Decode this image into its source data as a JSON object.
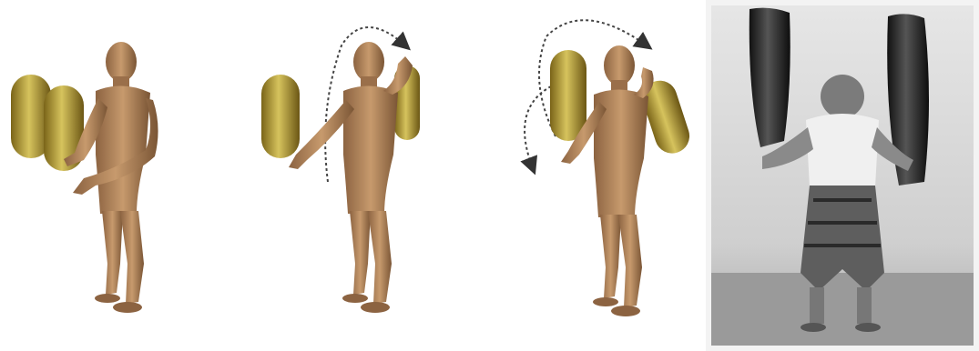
{
  "figure": {
    "panels": [
      {
        "id": "pose-1",
        "depiction": "3d-figure-two-clubs-raised"
      },
      {
        "id": "pose-2",
        "depiction": "3d-figure-swing-arrow"
      },
      {
        "id": "pose-3",
        "depiction": "3d-figure-double-swing-arrows"
      },
      {
        "id": "photo",
        "depiction": "historic-photo-man-with-clubs"
      }
    ],
    "colors": {
      "skin": "#b98a5f",
      "skin_shadow": "#8c6341",
      "club": "#b69a2c",
      "club_highlight": "#e2d27a",
      "arrow": "#333333",
      "photo_bg": "#d8d8d8",
      "photo_dark": "#2a2a2a"
    }
  }
}
